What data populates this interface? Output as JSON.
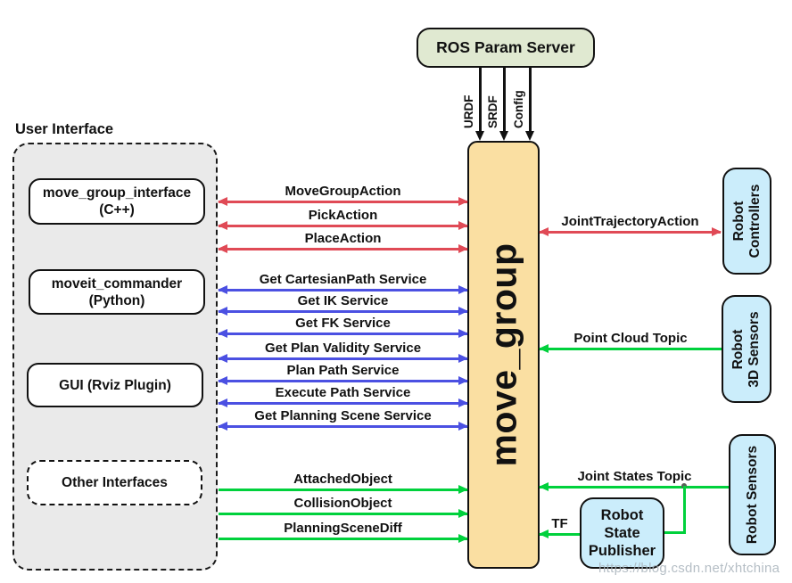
{
  "diagram": {
    "param_server": {
      "label": "ROS Param Server"
    },
    "param_arrows": [
      {
        "label": "URDF"
      },
      {
        "label": "SRDF"
      },
      {
        "label": "Config"
      }
    ],
    "move_group": {
      "label": "move_group"
    },
    "user_interface": {
      "title": "User Interface",
      "boxes": [
        {
          "line1": "move_group_interface",
          "line2": "(C++)"
        },
        {
          "line1": "moveit_commander",
          "line2": "(Python)"
        },
        {
          "line1": "GUI (Rviz Plugin)"
        },
        {
          "line1": "Other Interfaces"
        }
      ]
    },
    "actions_red": [
      {
        "label": "MoveGroupAction"
      },
      {
        "label": "PickAction"
      },
      {
        "label": "PlaceAction"
      }
    ],
    "services_blue": [
      {
        "label": "Get CartesianPath Service"
      },
      {
        "label": "Get IK Service"
      },
      {
        "label": "Get FK Service"
      },
      {
        "label": "Get Plan Validity Service"
      },
      {
        "label": "Plan Path Service"
      },
      {
        "label": "Execute Path Service"
      },
      {
        "label": "Get Planning Scene Service"
      }
    ],
    "topics_green_left": [
      {
        "label": "AttachedObject"
      },
      {
        "label": "CollisionObject"
      },
      {
        "label": "PlanningSceneDiff"
      }
    ],
    "right": {
      "joint_trajectory": {
        "label": "JointTrajectoryAction"
      },
      "robot_controllers": {
        "line1": "Robot",
        "line2": "Controllers"
      },
      "point_cloud": {
        "label": "Point Cloud Topic"
      },
      "robot_3d_sensors": {
        "line1": "Robot",
        "line2": "3D Sensors"
      },
      "joint_states": {
        "label": "Joint States Topic"
      },
      "robot_sensors": {
        "label": "Robot Sensors"
      },
      "robot_state_publisher": {
        "line1": "Robot",
        "line2": "State",
        "line3": "Publisher"
      },
      "tf": {
        "label": "TF"
      }
    },
    "watermark": "https://blog.csdn.net/xhtchina",
    "colors": {
      "action_red": "#e04a56",
      "service_blue": "#4b50e2",
      "topic_green": "#00d13c",
      "move_group_fill": "#fadfa2",
      "param_server_fill": "#e0e9d1",
      "robot_box_fill": "#cbedfb",
      "ui_container_fill": "#eaeaea"
    }
  }
}
